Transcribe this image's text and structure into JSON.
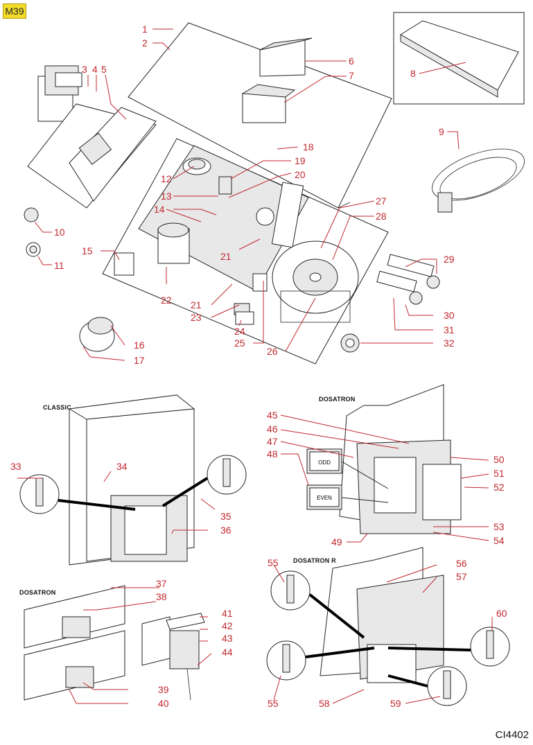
{
  "diagram": {
    "page_tag": "M39",
    "drawing_ref": "CI4402",
    "sections": {
      "classic": "CLASSIC",
      "dosatron_top": "DOSATRON",
      "dosatron_bottom": "DOSATRON",
      "dosatron_r": "DOSATRON R"
    },
    "module_labels": {
      "odd": "ODD",
      "even": "EVEN"
    },
    "callouts": [
      "1",
      "2",
      "3",
      "4",
      "5",
      "6",
      "7",
      "8",
      "9",
      "10",
      "11",
      "12",
      "13",
      "14",
      "15",
      "16",
      "17",
      "18",
      "19",
      "20",
      "21",
      "21",
      "22",
      "23",
      "24",
      "25",
      "26",
      "27",
      "28",
      "29",
      "30",
      "31",
      "32",
      "33",
      "34",
      "35",
      "36",
      "37",
      "38",
      "39",
      "40",
      "41",
      "42",
      "43",
      "44",
      "45",
      "46",
      "47",
      "48",
      "49",
      "50",
      "51",
      "52",
      "53",
      "54",
      "55",
      "55",
      "56",
      "57",
      "58",
      "59",
      "60"
    ],
    "colors": {
      "callout": "#c1272d",
      "tag_background": "#f3dc2a",
      "line": "#222222"
    }
  }
}
